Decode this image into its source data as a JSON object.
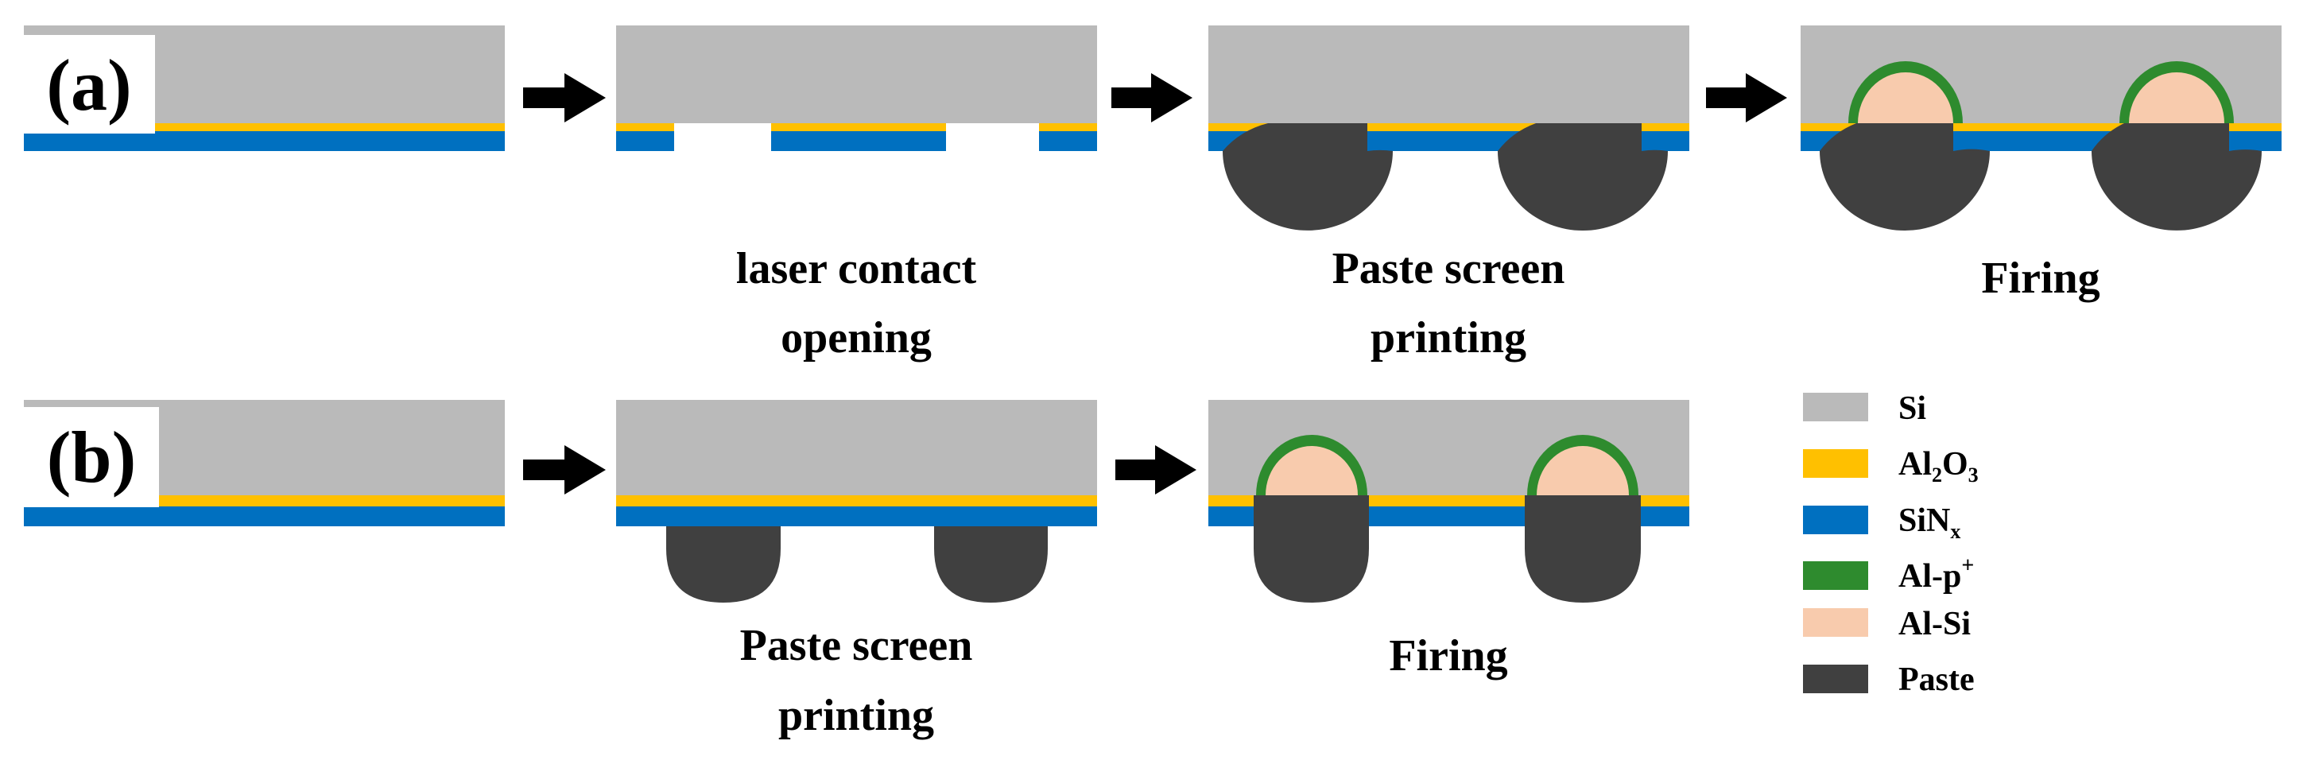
{
  "colors": {
    "si": "#BABABA",
    "al2o3": "#FFC000",
    "sinx": "#0070C0",
    "al_p": "#2E8B2E",
    "al_si": "#F8CBAD",
    "paste": "#404040",
    "arrow": "#000000"
  },
  "row_a": {
    "label": "(a)",
    "steps": [
      {
        "label_lines": []
      },
      {
        "label_lines": [
          "laser contact",
          "opening"
        ]
      },
      {
        "label_lines": [
          "Paste screen",
          "printing"
        ]
      },
      {
        "label_lines": [
          "Firing"
        ]
      }
    ]
  },
  "row_b": {
    "label": "(b)",
    "steps": [
      {
        "label_lines": []
      },
      {
        "label_lines": [
          "Paste screen",
          "printing"
        ]
      },
      {
        "label_lines": [
          "Firing"
        ]
      }
    ]
  },
  "legend": [
    {
      "key": "si",
      "main": "Si",
      "sub": "",
      "main2": "",
      "sub2": "",
      "sup": ""
    },
    {
      "key": "al2o3",
      "main": "Al",
      "sub": "2",
      "main2": "O",
      "sub2": "3",
      "sup": ""
    },
    {
      "key": "sinx",
      "main": "SiN",
      "sub": "x",
      "main2": "",
      "sub2": "",
      "sup": ""
    },
    {
      "key": "al_p",
      "main": "Al-p",
      "sub": "",
      "main2": "",
      "sub2": "",
      "sup": "+"
    },
    {
      "key": "al_si",
      "main": "Al-Si",
      "sub": "",
      "main2": "",
      "sub2": "",
      "sup": ""
    },
    {
      "key": "paste",
      "main": "Paste",
      "sub": "",
      "main2": "",
      "sub2": "",
      "sup": ""
    }
  ]
}
